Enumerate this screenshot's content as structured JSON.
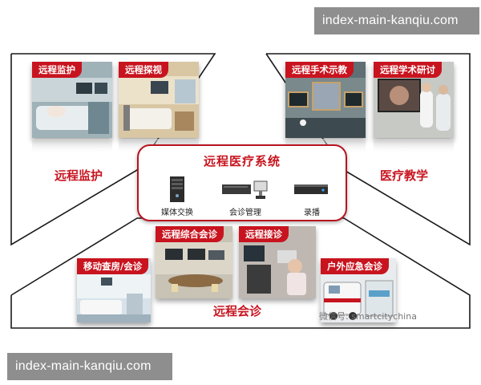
{
  "watermarks": {
    "top": "index-main-kanqiu.com",
    "bottom": "index-main-kanqiu.com"
  },
  "center": {
    "title": "远程医疗系统",
    "devices": [
      {
        "icon": "media-switch-server-icon",
        "label": "媒体交换"
      },
      {
        "icon": "conference-management-server-icon",
        "label": "会诊管理"
      },
      {
        "icon": "recording-server-icon",
        "label": "录播"
      }
    ]
  },
  "left_group": {
    "title": "远程监护",
    "cards": [
      {
        "label": "远程监护",
        "image": "icu-monitoring-photo"
      },
      {
        "label": "远程探视",
        "image": "ward-visit-photo"
      }
    ]
  },
  "right_group": {
    "title": "医疗教学",
    "cards": [
      {
        "label": "远程手术示教",
        "image": "surgery-demo-photo"
      },
      {
        "label": "远程学术研讨",
        "image": "academic-seminar-photo"
      }
    ]
  },
  "bottom_group": {
    "title": "远程会诊",
    "cards": [
      {
        "label": "移动查房/会诊",
        "image": "mobile-ward-round-photo"
      },
      {
        "label": "远程综合会诊",
        "image": "conference-room-photo"
      },
      {
        "label": "远程接诊",
        "image": "remote-reception-photo"
      },
      {
        "label": "户外应急会诊",
        "image": "ambulance-photo"
      }
    ]
  },
  "wechat_mark": "微信号: smartcitychina",
  "colors": {
    "accent": "#c8141f",
    "line": "#1a1a1a"
  }
}
